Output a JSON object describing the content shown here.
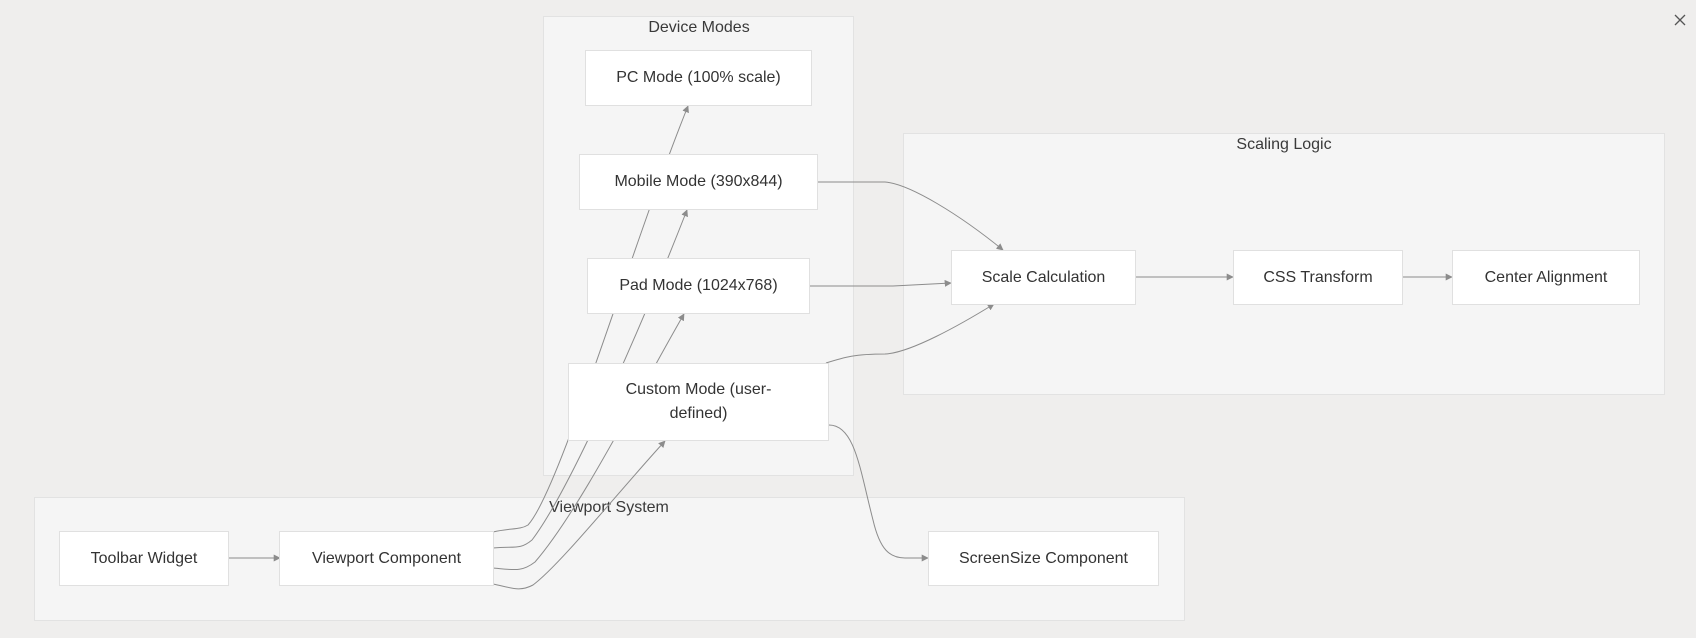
{
  "window": {
    "close_icon": "close-icon"
  },
  "diagram": {
    "clusters": {
      "device_modes": "Device Modes",
      "scaling_logic": "Scaling Logic",
      "viewport_system": "Viewport System"
    },
    "nodes": {
      "pc_mode": "PC Mode (100% scale)",
      "mobile_mode": "Mobile Mode (390x844)",
      "pad_mode": "Pad Mode (1024x768)",
      "custom_mode_line1": "Custom Mode (user-",
      "custom_mode_line2": "defined)",
      "scale_calculation": "Scale Calculation",
      "css_transform": "CSS Transform",
      "center_alignment": "Center Alignment",
      "toolbar_widget": "Toolbar Widget",
      "viewport_component": "Viewport Component",
      "screensize_component": "ScreenSize Component"
    },
    "edges": [
      {
        "from": "Toolbar Widget",
        "to": "Viewport Component"
      },
      {
        "from": "Viewport Component",
        "to": "PC Mode (100% scale)"
      },
      {
        "from": "Viewport Component",
        "to": "Mobile Mode (390x844)"
      },
      {
        "from": "Viewport Component",
        "to": "Pad Mode (1024x768)"
      },
      {
        "from": "Viewport Component",
        "to": "Custom Mode (user-defined)"
      },
      {
        "from": "Mobile Mode (390x844)",
        "to": "Scale Calculation"
      },
      {
        "from": "Pad Mode (1024x768)",
        "to": "Scale Calculation"
      },
      {
        "from": "Custom Mode (user-defined)",
        "to": "Scale Calculation"
      },
      {
        "from": "Custom Mode (user-defined)",
        "to": "ScreenSize Component"
      },
      {
        "from": "Scale Calculation",
        "to": "CSS Transform"
      },
      {
        "from": "CSS Transform",
        "to": "Center Alignment"
      }
    ]
  }
}
